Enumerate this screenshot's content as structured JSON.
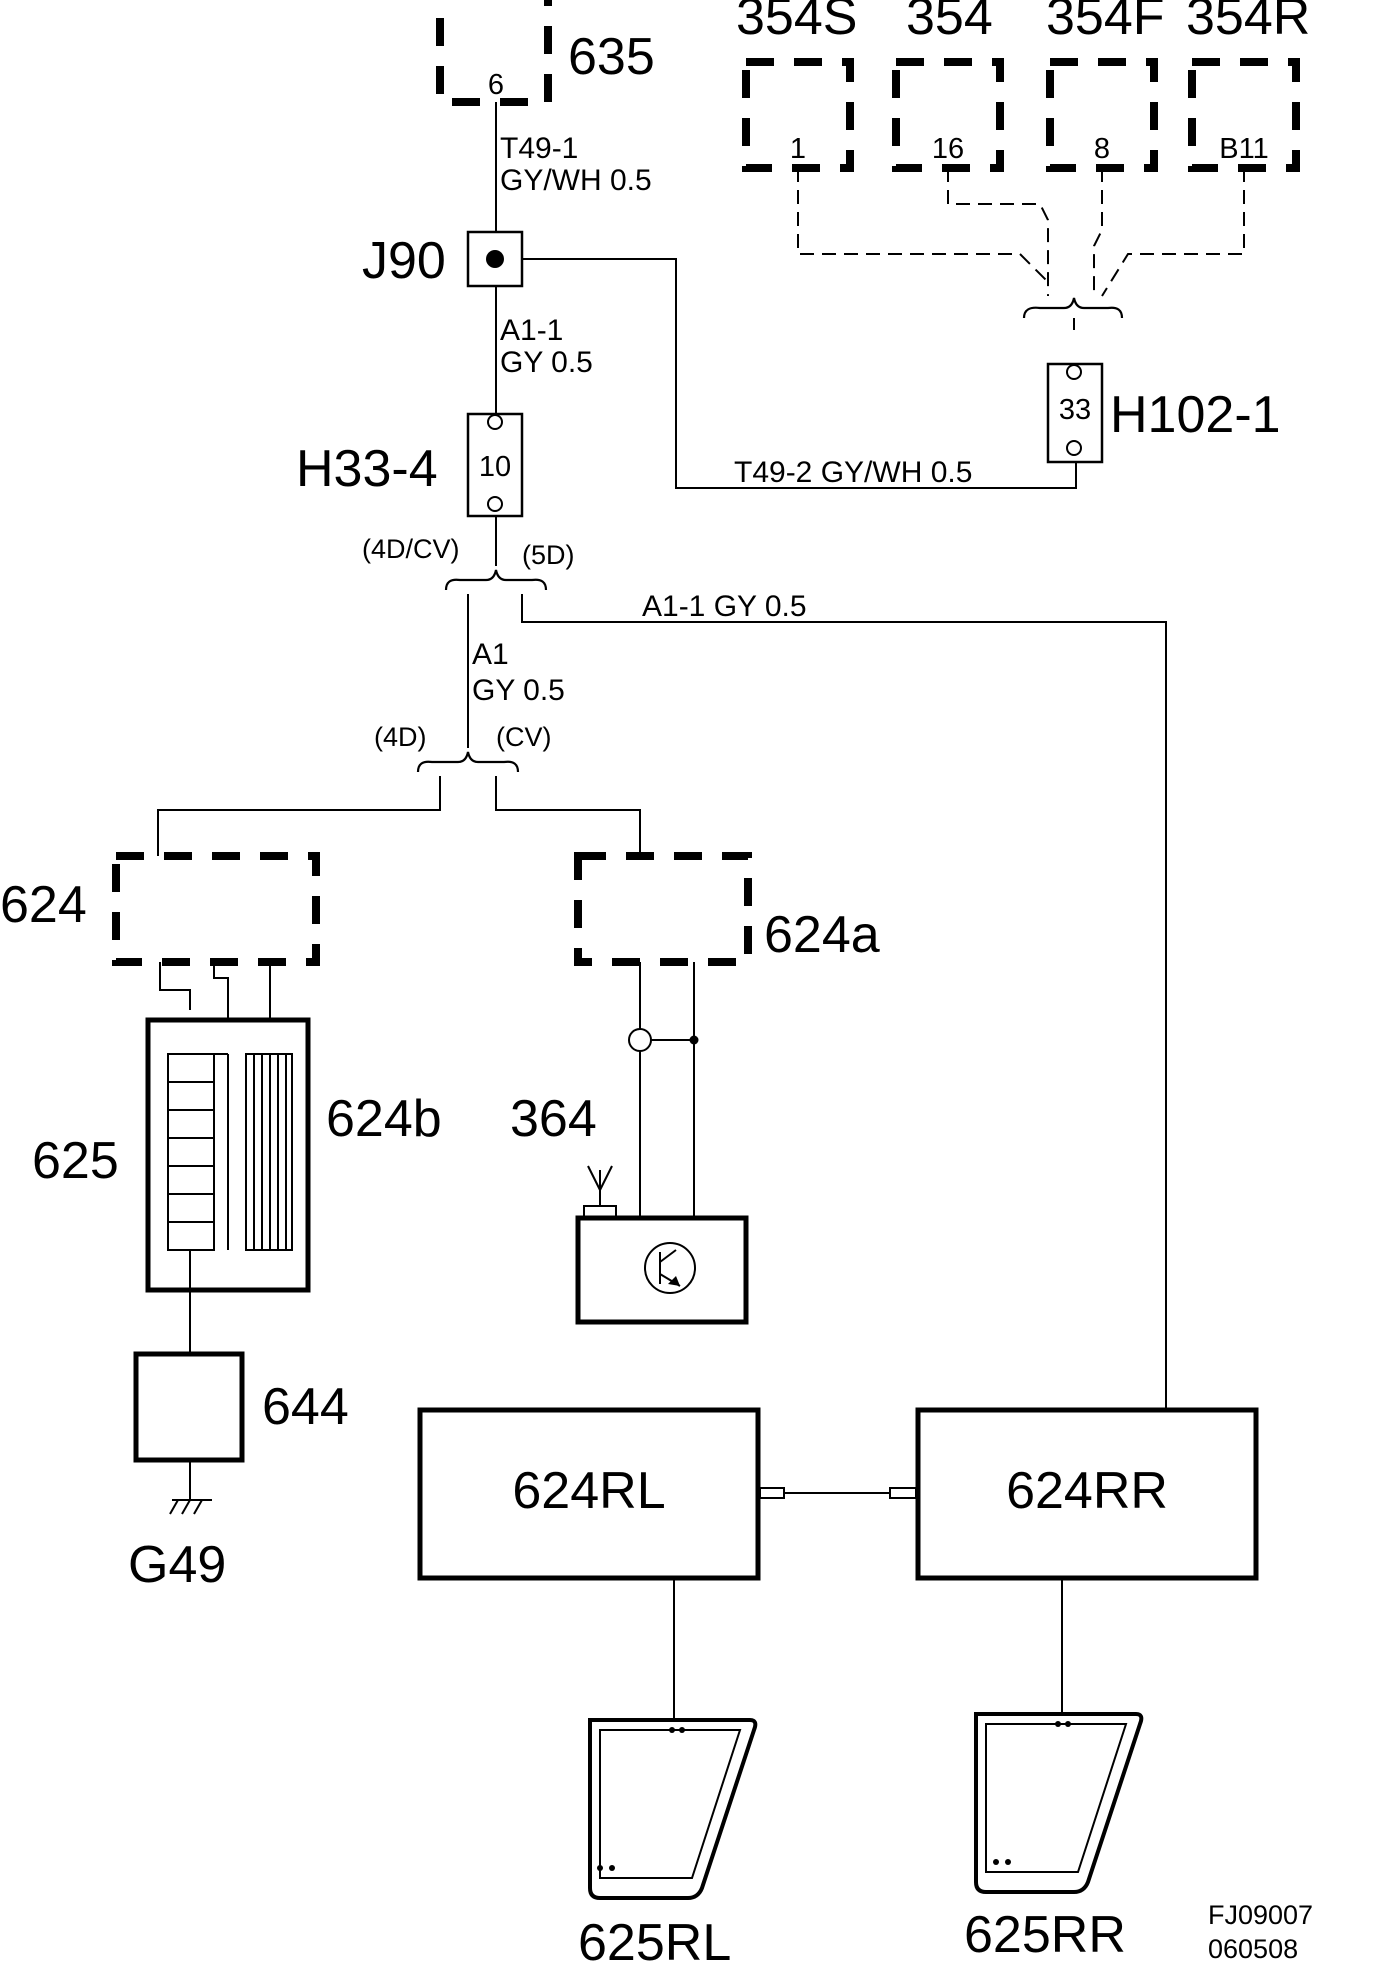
{
  "components": {
    "c635": "635",
    "c354s": "354S",
    "c354": "354",
    "c354f": "354F",
    "c354r": "354R",
    "j90": "J90",
    "h33_4": "H33-4",
    "h102_1": "H102-1",
    "c624": "624",
    "c624a": "624a",
    "c624b": "624b",
    "c625": "625",
    "c364": "364",
    "c644": "644",
    "g49": "G49",
    "c624rl": "624RL",
    "c624rr": "624RR",
    "c625rl": "625RL",
    "c625rr": "625RR"
  },
  "pins": {
    "p635": "6",
    "p354s": "1",
    "p354": "16",
    "p354f": "8",
    "p354r": "B11",
    "p_h102": "33",
    "p_h33": "10"
  },
  "wires": {
    "t49_1_id": "T49-1",
    "t49_1_spec": "GY/WH  0.5",
    "a1_1_id": "A1-1",
    "a1_1_spec": "GY   0.5",
    "t49_2": "T49-2   GY/WH  0.5",
    "a1_1_right": "A1-1   GY   0.5",
    "a1_id": "A1",
    "a1_spec": "GY   0.5"
  },
  "variants": {
    "v4dcv": "(4D/CV)",
    "v5d": "(5D)",
    "v4d": "(4D)",
    "vcv": "(CV)"
  },
  "footer": {
    "code1": "FJ09007",
    "code2": "060508"
  }
}
